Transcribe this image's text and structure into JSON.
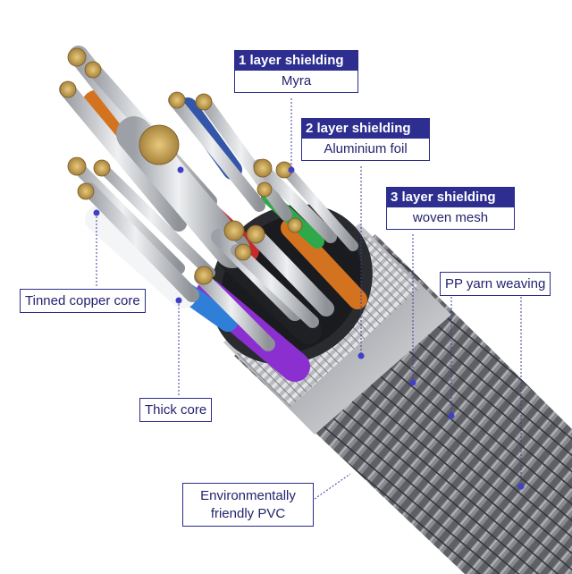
{
  "callouts": {
    "layer1": {
      "title": "1 layer shielding",
      "sub": "Myra"
    },
    "layer2": {
      "title": "2 layer shielding",
      "sub": "Aluminium foil"
    },
    "layer3": {
      "title": "3 layer shielding",
      "sub": "woven mesh"
    },
    "pp_yarn": "PP yarn weaving",
    "tinned_core": "Tinned copper core",
    "thick_core": "Thick core",
    "pvc_line1": "Environmentally",
    "pvc_line2": "friendly PVC"
  },
  "colors": {
    "callout_border": "#2b2c8a",
    "callout_header": "#2d2e8f",
    "callout_text": "#23236e",
    "pointer_dot": "#3f3fc8",
    "braid": "#5f6166",
    "copper_strands": "#c8a45a",
    "wire_orange": "#d4731f",
    "wire_red": "#c62a2a",
    "wire_purple": "#8b2fd0",
    "wire_blue": "#2f7fd8",
    "wire_green": "#2fa84a"
  }
}
